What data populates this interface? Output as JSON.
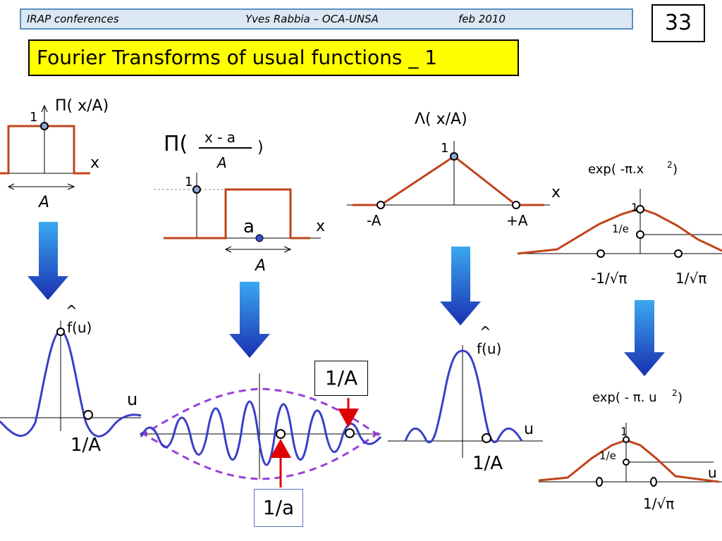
{
  "header": {
    "left": "IRAP conferences",
    "center": "Yves Rabbia – OCA-UNSA",
    "right": "feb 2010"
  },
  "slide_number": "33",
  "title": "Fourier Transforms of usual functions  _ 1",
  "panels": {
    "rect": {
      "func_label": "Π( x/A)",
      "one": "1",
      "x": "x",
      "width": "A",
      "ft_label": "f(u)",
      "hat": "^",
      "u": "u",
      "ft_zero": "1/A"
    },
    "shifted_rect": {
      "pi": "Π(",
      "numerator": "x - a",
      "denominator": "A",
      "close": ")",
      "one": "1",
      "a": "a",
      "x": "x",
      "width": "A",
      "box_right": "1/A",
      "box_bottom": "1/a"
    },
    "triangle": {
      "func_label": "Λ( x/A)",
      "one": "1",
      "x": "x",
      "minus_a": "-A",
      "plus_a": "+A",
      "hat": "^",
      "ft_label": "f(u)",
      "u": "u",
      "ft_zero": "1/A"
    },
    "gaussian": {
      "func_label_main": "exp( -π.x",
      "func_exp": "2",
      "func_close": ")",
      "one": "1",
      "one_over_e": "1/e",
      "neg_tick": "-1/√π",
      "pos_tick": "1/√π",
      "ft_label_main": "exp( - π. u",
      "ft_exp": "2",
      "ft_close": ")",
      "ft_one": "1",
      "ft_one_over_e": "1/e",
      "ft_u": "u",
      "ft_tick": "1/√π"
    }
  },
  "colors": {
    "function_line": "#c0441a",
    "ft_line": "#3a3fc8",
    "envelope": "#9a3fd8",
    "arrow_top": "#3aa8f0",
    "arrow_bottom": "#1a2fb0",
    "pointer": "#e00000",
    "title_bg": "#ffff00"
  }
}
